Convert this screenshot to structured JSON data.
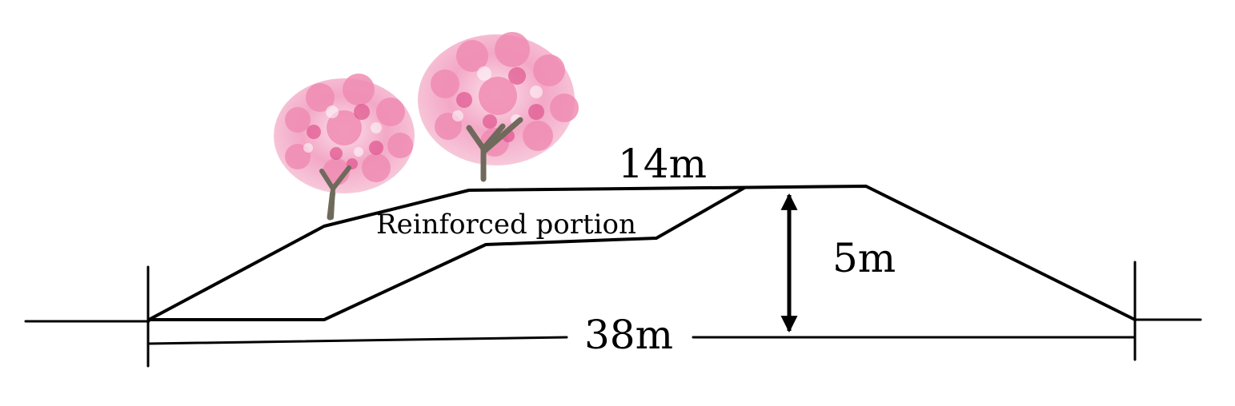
{
  "diagram": {
    "labels": {
      "top_width": "14m",
      "reinforced": "Reinforced portion",
      "height": "5m",
      "base_width": "38m"
    },
    "colors": {
      "line": "#000000",
      "blossom_light": "#f7c3d6",
      "blossom_mid": "#f08cb3",
      "blossom_dark": "#e0558f",
      "trunk": "#6f6a5c",
      "background": "#ffffff"
    },
    "icons": {
      "tree": "cherry-blossom-tree-icon",
      "arrow": "double-headed-arrow-icon"
    }
  }
}
